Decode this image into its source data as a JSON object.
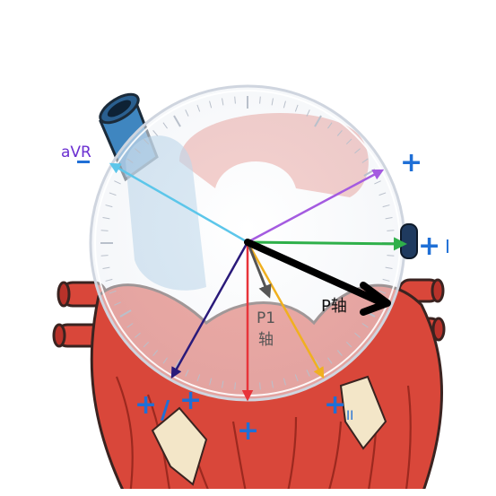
{
  "labels": {
    "avr": "aVR",
    "avr_sign": "−",
    "lead_i": "I",
    "lead_ii": "II",
    "p_axis": "P轴",
    "p1_axis_line1": "P1",
    "p1_axis_line2": "轴",
    "plus": "+",
    "slash": "/"
  },
  "colors": {
    "background": "#ffffff",
    "heart_red": "#d9473a",
    "heart_dark_red": "#b8322a",
    "heart_outline": "#3a2320",
    "vessel_blue": "#7fb2d8",
    "dial_glass": "#f4f6fa",
    "plus_blue": "#1f6fd6",
    "avr_purple": "#6b2fd1",
    "vector_cyan": "#5cc6ea",
    "vector_violet": "#a45be0",
    "vector_green": "#2fb04a",
    "vector_black": "#000000",
    "vector_gray": "#555555",
    "vector_orange": "#f0b020",
    "vector_red": "#e8343a",
    "vector_navy": "#2a1a7a"
  },
  "vectors": [
    {
      "name": "avr-vector",
      "angle_deg": -150,
      "color": "vector_cyan"
    },
    {
      "name": "upper-left-vector",
      "angle_deg": -30,
      "color": "vector_violet"
    },
    {
      "name": "lead-i-vector",
      "angle_deg": 0,
      "color": "vector_green"
    },
    {
      "name": "p-axis-vector",
      "angle_deg": 30,
      "color": "vector_black"
    },
    {
      "name": "p1-axis-vector",
      "angle_deg": 70,
      "color": "vector_gray"
    },
    {
      "name": "lead-ii-vector",
      "angle_deg": 60,
      "color": "vector_orange"
    },
    {
      "name": "avf-vector",
      "angle_deg": 90,
      "color": "vector_red"
    },
    {
      "name": "lead-iii-vector",
      "angle_deg": 120,
      "color": "vector_navy"
    }
  ]
}
